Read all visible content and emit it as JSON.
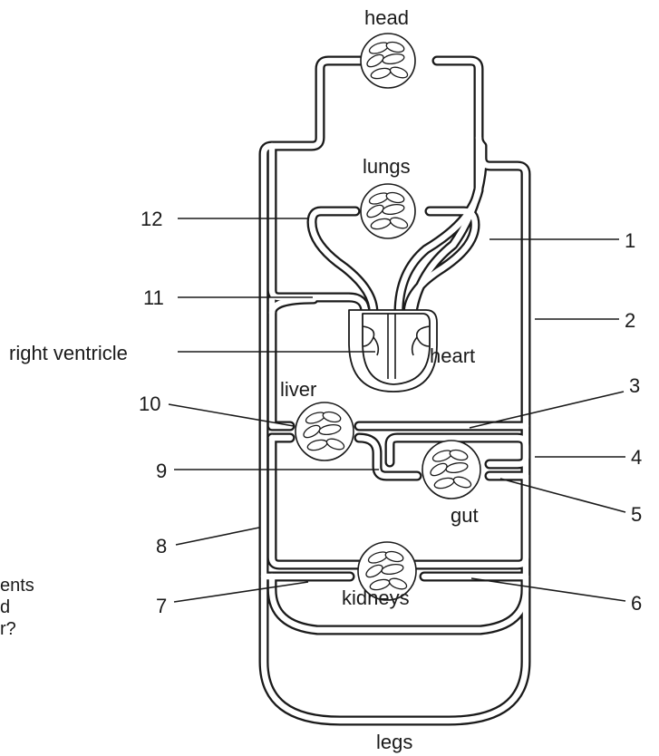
{
  "organs": {
    "head": "head",
    "lungs": "lungs",
    "heart": "heart",
    "liver": "liver",
    "gut": "gut",
    "kidneys": "kidneys",
    "legs": "legs"
  },
  "structure_labels": {
    "right_ventricle": "right ventricle"
  },
  "numbers": [
    "1",
    "2",
    "3",
    "4",
    "5",
    "6",
    "7",
    "8",
    "9",
    "10",
    "11",
    "12"
  ],
  "question_fragment": [
    "ents",
    "d",
    "r?"
  ]
}
